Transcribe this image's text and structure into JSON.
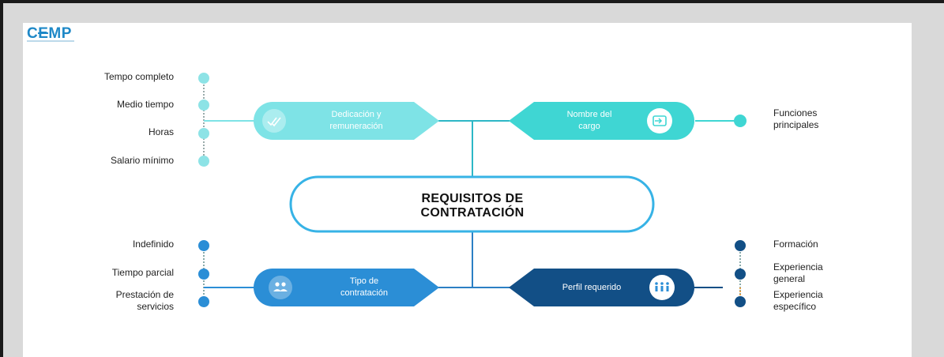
{
  "logo": {
    "text_a": "C",
    "text_b": "E",
    "text_c": "MP"
  },
  "center": {
    "line1": "REQUISITOS DE",
    "line2": "CONTRATACIÓN"
  },
  "branches": {
    "dedicacion": {
      "line1": "Dedicación y",
      "line2": "remuneración",
      "icon": "checkmarks-icon",
      "color": "#7ee3e6"
    },
    "nombre": {
      "line1": "Nombre del",
      "line2": "cargo",
      "icon": "enter-box-icon",
      "color": "#3fd6d3"
    },
    "tipo": {
      "line1": "Tipo de",
      "line2": "contratación",
      "icon": "people-icon",
      "color": "#2b8ed6"
    },
    "perfil": {
      "line1": "Perfil requerido",
      "icon": "people-grid-icon",
      "color": "#124f86"
    }
  },
  "left_top_items": [
    "Tempo completo",
    "Medio tiempo",
    "Horas",
    "Salario mínimo"
  ],
  "right_top_items": {
    "line1": "Funciones",
    "line2": "principales"
  },
  "left_bottom_items": {
    "item1": "Indefinido",
    "item2": "Tiempo parcial",
    "item3_line1": "Prestación de",
    "item3_line2": "servicios"
  },
  "right_bottom_items": {
    "item1": "Formación",
    "item2_line1": "Experiencia",
    "item2_line2": "general",
    "item3_line1": "Experiencia",
    "item3_line2": "específico"
  }
}
